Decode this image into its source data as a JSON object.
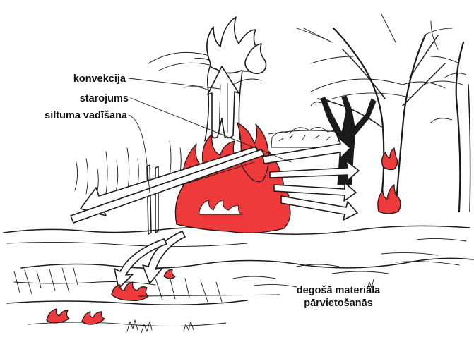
{
  "labels": {
    "convection": "konvekcija",
    "radiation": "starojums",
    "conduction": "siltuma vadīšana",
    "spotting_line1": "degošā materiāla",
    "spotting_line2": "pārvietošanās"
  },
  "colors": {
    "flame": "#ee3a3a",
    "ink": "#1a1a1a",
    "background": "#ffffff"
  }
}
